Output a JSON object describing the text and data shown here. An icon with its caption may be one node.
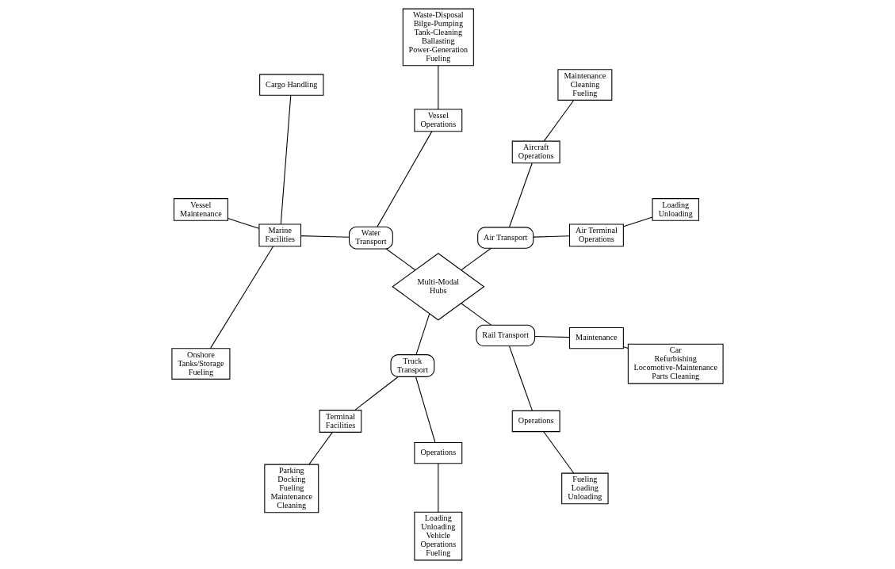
{
  "diagram": {
    "nodes": [
      {
        "text": [
          "Multi-Modal Hubs"
        ]
      },
      {
        "text": [
          "Air Transport"
        ]
      },
      {
        "text": [
          "Air Terminal Operations"
        ]
      },
      {
        "text": [
          "Aircraft Operations"
        ]
      },
      {
        "text": [
          "Loading Unloading"
        ]
      },
      {
        "text": [
          "Maintenance Cleaning Fueling"
        ]
      },
      {
        "text": [
          "Water Transport"
        ]
      },
      {
        "text": [
          "Vessel Operations"
        ]
      },
      {
        "text": [
          "Waste-Disposal Bilge-Pumping Tank-Cleaning Ballasting Power-Generation Fueling"
        ]
      },
      {
        "text": [
          "Marine Facilities"
        ]
      },
      {
        "text": [
          "Cargo Handling"
        ]
      },
      {
        "text": [
          "Vessel Maintenance"
        ]
      },
      {
        "text": [
          "Onshore Tanks/Storage Fueling"
        ]
      },
      {
        "text": [
          "Truck Transport"
        ]
      },
      {
        "text": [
          "Terminal Facilities"
        ]
      },
      {
        "text": [
          "Parking Docking Fueling Maintenance Cleaning"
        ]
      },
      {
        "text": [
          "Operations"
        ]
      },
      {
        "text": [
          "Loading Unloading Vehicle Operations Fueling"
        ]
      },
      {
        "text": [
          "Rail Transport"
        ]
      },
      {
        "text": [
          "Operations"
        ]
      },
      {
        "text": [
          "Maintenance"
        ]
      },
      {
        "text": [
          "Fueling Loading Unloading"
        ]
      },
      {
        "text": [
          "Car Refurbishing Locomotive-Maintenance Parts Cleaning"
        ]
      }
    ],
    "edges": [
      {
        "from": 0,
        "to": 1,
        "arrow": "none"
      },
      {
        "from": 0,
        "to": 6,
        "arrow": "none"
      },
      {
        "from": 0,
        "to": 13,
        "arrow": "none"
      },
      {
        "from": 0,
        "to": 18,
        "arrow": "none"
      },
      {
        "from": 1,
        "to": 2,
        "arrow": "none"
      },
      {
        "from": 1,
        "to": 3,
        "arrow": "none"
      },
      {
        "from": 2,
        "to": 4,
        "arrow": "none"
      },
      {
        "from": 3,
        "to": 5,
        "arrow": "none"
      },
      {
        "from": 6,
        "to": 7,
        "arrow": "none"
      },
      {
        "from": 7,
        "to": 8,
        "arrow": "none"
      },
      {
        "from": 6,
        "to": 9,
        "arrow": "none"
      },
      {
        "from": 9,
        "to": 10,
        "arrow": "none"
      },
      {
        "from": 9,
        "to": 11,
        "arrow": "none"
      },
      {
        "from": 9,
        "to": 12,
        "arrow": "none"
      },
      {
        "from": 13,
        "to": 14,
        "arrow": "none"
      },
      {
        "from": 14,
        "to": 15,
        "arrow": "none"
      },
      {
        "from": 13,
        "to": 16,
        "arrow": "none"
      },
      {
        "from": 16,
        "to": 17,
        "arrow": "none"
      },
      {
        "from": 18,
        "to": 19,
        "arrow": "none"
      },
      {
        "from": 18,
        "to": 20,
        "arrow": "none"
      },
      {
        "from": 19,
        "to": 21,
        "arrow": "none"
      },
      {
        "from": 20,
        "to": 22,
        "arrow": "none"
      }
    ]
  }
}
